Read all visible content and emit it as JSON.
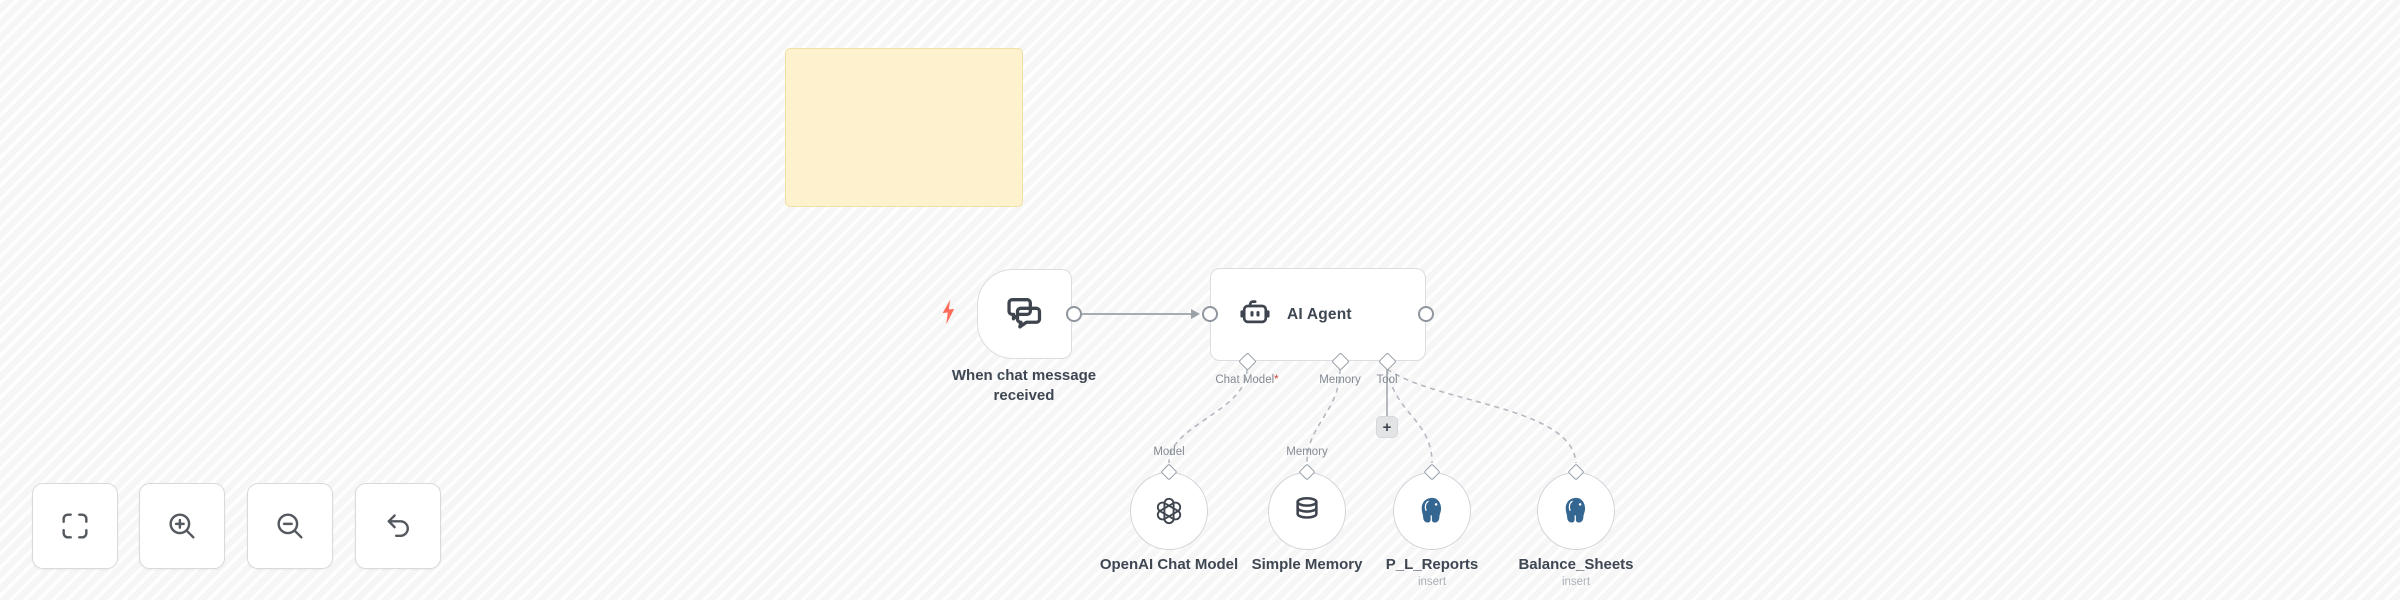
{
  "colors": {
    "canvas_bg": "#f6f6f7",
    "canvas_stripe": "#ffffff",
    "node_bg": "#ffffff",
    "node_border": "#dadde1",
    "label_text": "#3e4752",
    "port_label_text": "#838a92",
    "muted_text": "#abb1b9",
    "connector_gray": "#9aa1a8",
    "dashed_connector": "#b4bac1",
    "trigger_bolt": "#ff6d5a",
    "required_mark": "#d0453c",
    "sticky_bg": "#fdf2cd",
    "sticky_border": "#f0dfa6",
    "postgres_blue": "#336791"
  },
  "sticky_note": {
    "text": ""
  },
  "trigger_node": {
    "label": "When chat message received",
    "icon": "chat-bubbles-icon"
  },
  "agent_node": {
    "label": "AI Agent",
    "icon": "robot-icon",
    "add_tool_button": "+",
    "ports": [
      {
        "label": "Chat Model",
        "required_mark": "*"
      },
      {
        "label": "Memory",
        "required_mark": ""
      },
      {
        "label": "Tool",
        "required_mark": ""
      }
    ]
  },
  "sub_nodes": [
    {
      "label": "OpenAI Chat Model",
      "port_label": "Model",
      "icon": "openai-logo-icon",
      "status": ""
    },
    {
      "label": "Simple Memory",
      "port_label": "Memory",
      "icon": "database-icon",
      "status": ""
    },
    {
      "label": "P_L_Reports",
      "port_label": "",
      "icon": "postgres-elephant-icon",
      "status": "insert"
    },
    {
      "label": "Balance_Sheets",
      "port_label": "",
      "icon": "postgres-elephant-icon",
      "status": "insert"
    }
  ],
  "toolbar": {
    "buttons": [
      {
        "icon": "zoom-to-fit-icon"
      },
      {
        "icon": "zoom-in-icon"
      },
      {
        "icon": "zoom-out-icon"
      },
      {
        "icon": "undo-icon"
      }
    ]
  }
}
